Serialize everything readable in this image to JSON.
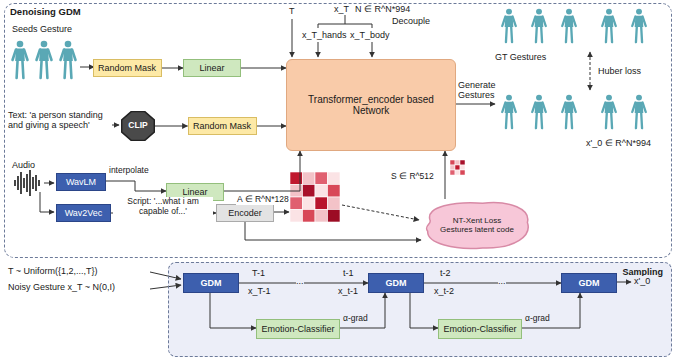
{
  "diagram": {
    "nodes": [
      {
        "text": [
          "Denoising GDM"
        ]
      },
      {
        "text": [
          "Random Mask"
        ],
        "in": 0
      },
      {
        "text": [
          "Linear"
        ],
        "in": 0
      },
      {
        "text": [
          "Transformer_encoder based Network"
        ],
        "in": 0
      },
      {
        "text": [
          "CLIP"
        ],
        "in": 0
      },
      {
        "text": [
          "Random Mask"
        ],
        "in": 0
      },
      {
        "text": [
          "WavLM"
        ],
        "in": 0
      },
      {
        "text": [
          "Linear"
        ],
        "in": 0
      },
      {
        "text": [
          "Wav2Vec"
        ],
        "in": 0
      },
      {
        "text": [
          "Encoder"
        ],
        "in": 0
      },
      {
        "text": [
          "NT-Xent Loss",
          "Gestures latent code"
        ],
        "in": 0
      },
      {
        "text": [
          "Sampling"
        ]
      },
      {
        "text": [
          "GDM"
        ],
        "in": 11
      },
      {
        "text": [
          "GDM"
        ],
        "in": 11
      },
      {
        "text": [
          "GDM"
        ],
        "in": 11
      },
      {
        "text": [
          "Emotion-Classifier"
        ],
        "in": 11
      },
      {
        "text": [
          "Emotion-Classifier"
        ],
        "in": 11
      }
    ],
    "edges": [
      {
        "from": 1,
        "to": 2,
        "arrow": "to"
      },
      {
        "from": 2,
        "to": 3,
        "arrow": "to"
      },
      {
        "from": 4,
        "to": 5,
        "arrow": "to"
      },
      {
        "from": 5,
        "to": 3,
        "arrow": "to"
      },
      {
        "from": 6,
        "to": 7,
        "arrow": "to",
        "label": "interpolate"
      },
      {
        "from": 7,
        "to": 3,
        "arrow": "to",
        "label": "A ∈ R^N*128"
      },
      {
        "from": 8,
        "to": 9,
        "arrow": "to",
        "label": "Script: '...what i am capable of...'"
      },
      {
        "from": 9,
        "to": 10,
        "arrow": "to"
      },
      {
        "from": 10,
        "to": 3,
        "arrow": "to",
        "label": "S ∈ R^512"
      },
      {
        "from": 12,
        "to": 13,
        "arrow": "to"
      },
      {
        "from": 13,
        "to": 14,
        "arrow": "to"
      },
      {
        "from": 12,
        "to": 15,
        "arrow": "to"
      },
      {
        "from": 15,
        "to": 13,
        "arrow": "to",
        "label": "α-grad"
      },
      {
        "from": 13,
        "to": 16,
        "arrow": "to"
      },
      {
        "from": 16,
        "to": 14,
        "arrow": "to",
        "label": "α-grad"
      }
    ],
    "labels": [
      "Seeds Gesture",
      "Text: 'a person standing and giving a speech'",
      "Audio",
      "T",
      "x_T",
      "N ∈ R^N*994",
      "x_T_hands",
      "x_T_body",
      "Decouple",
      "GT Gestures",
      "Huber loss",
      "Generate Gestures",
      "x'_0 ∈ R^N*994",
      "T ~ Uniform({1,2,...,T})",
      "Noisy Gesture x_T ~ N(0,I)",
      "T-1",
      "x_T-1",
      "...",
      "t-1",
      "x_t-1",
      "t-2",
      "x_t-2",
      "...",
      "x'_0"
    ]
  }
}
